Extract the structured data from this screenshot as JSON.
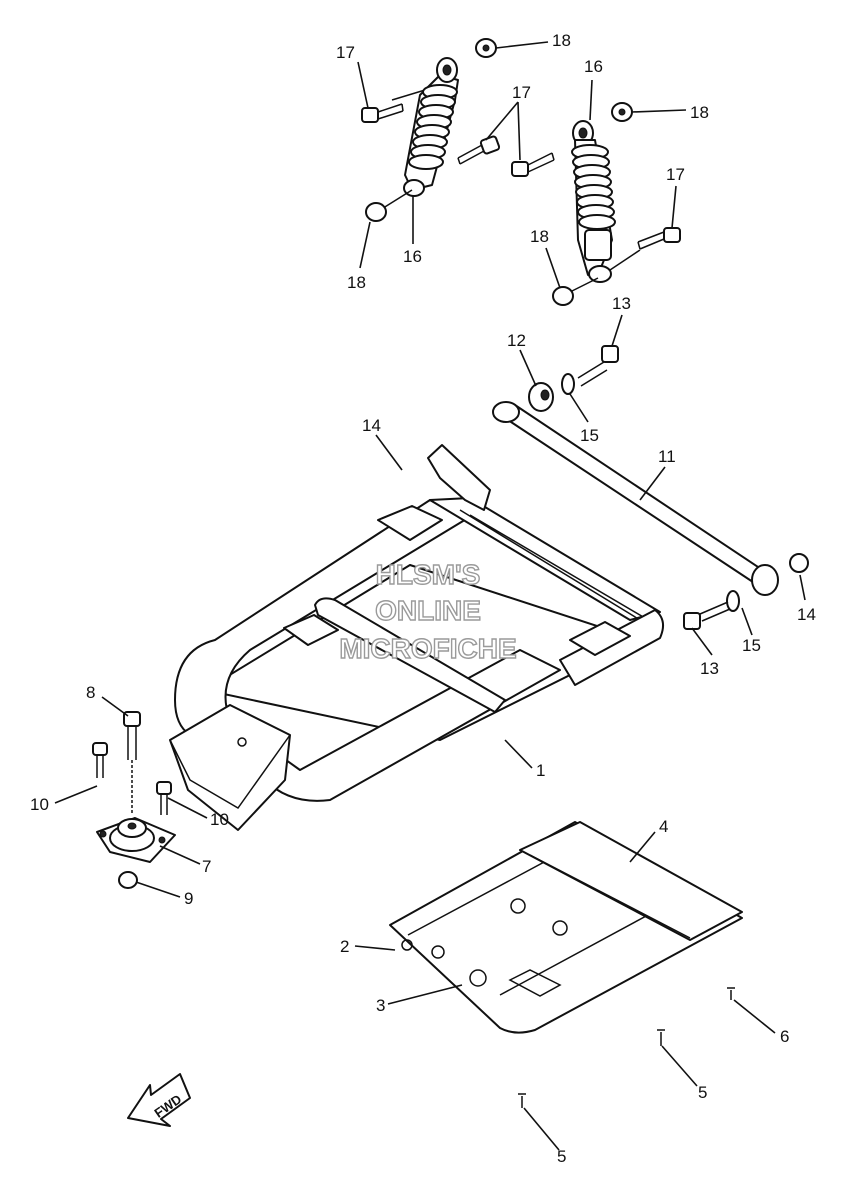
{
  "watermark": {
    "line1": "HLSM'S",
    "line2": "ONLINE",
    "line3": "MICROFICHE"
  },
  "fwd_label": "FWD",
  "callouts": {
    "c1": "1",
    "c2": "2",
    "c3": "3",
    "c4": "4",
    "c5a": "5",
    "c5b": "5",
    "c6": "6",
    "c7": "7",
    "c8": "8",
    "c9": "9",
    "c10a": "10",
    "c10b": "10",
    "c11": "11",
    "c12": "12",
    "c13a": "13",
    "c13b": "13",
    "c14a": "14",
    "c14b": "14",
    "c15a": "15",
    "c15b": "15",
    "c16a": "16",
    "c16b": "16",
    "c17a": "17",
    "c17b": "17",
    "c17c": "17",
    "c18a": "18",
    "c18b": "18",
    "c18c": "18",
    "c18d": "18"
  }
}
